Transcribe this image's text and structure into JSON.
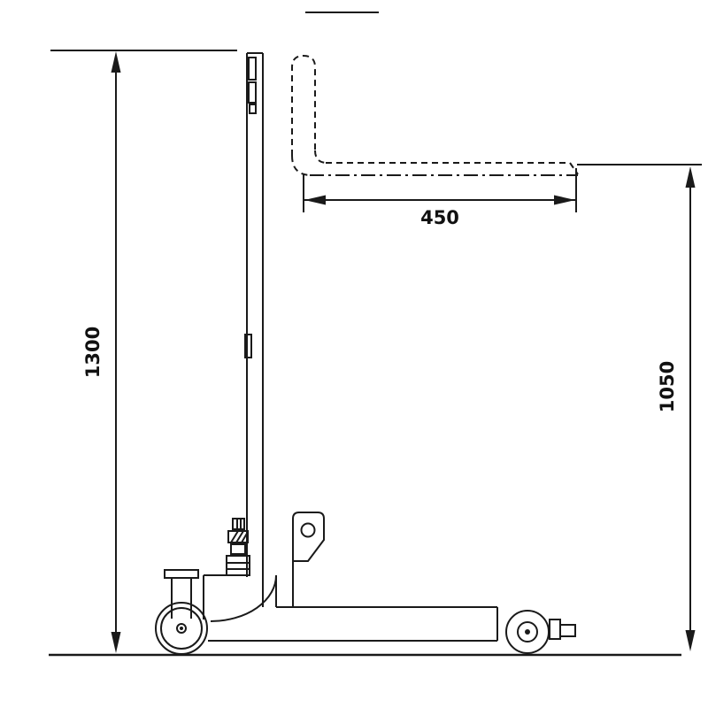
{
  "diagram": {
    "background": "#ffffff",
    "line_color": "#1a1a1a",
    "labels": {
      "mast_height": "1300",
      "fork_length": "450",
      "lift_height": "1050"
    }
  }
}
